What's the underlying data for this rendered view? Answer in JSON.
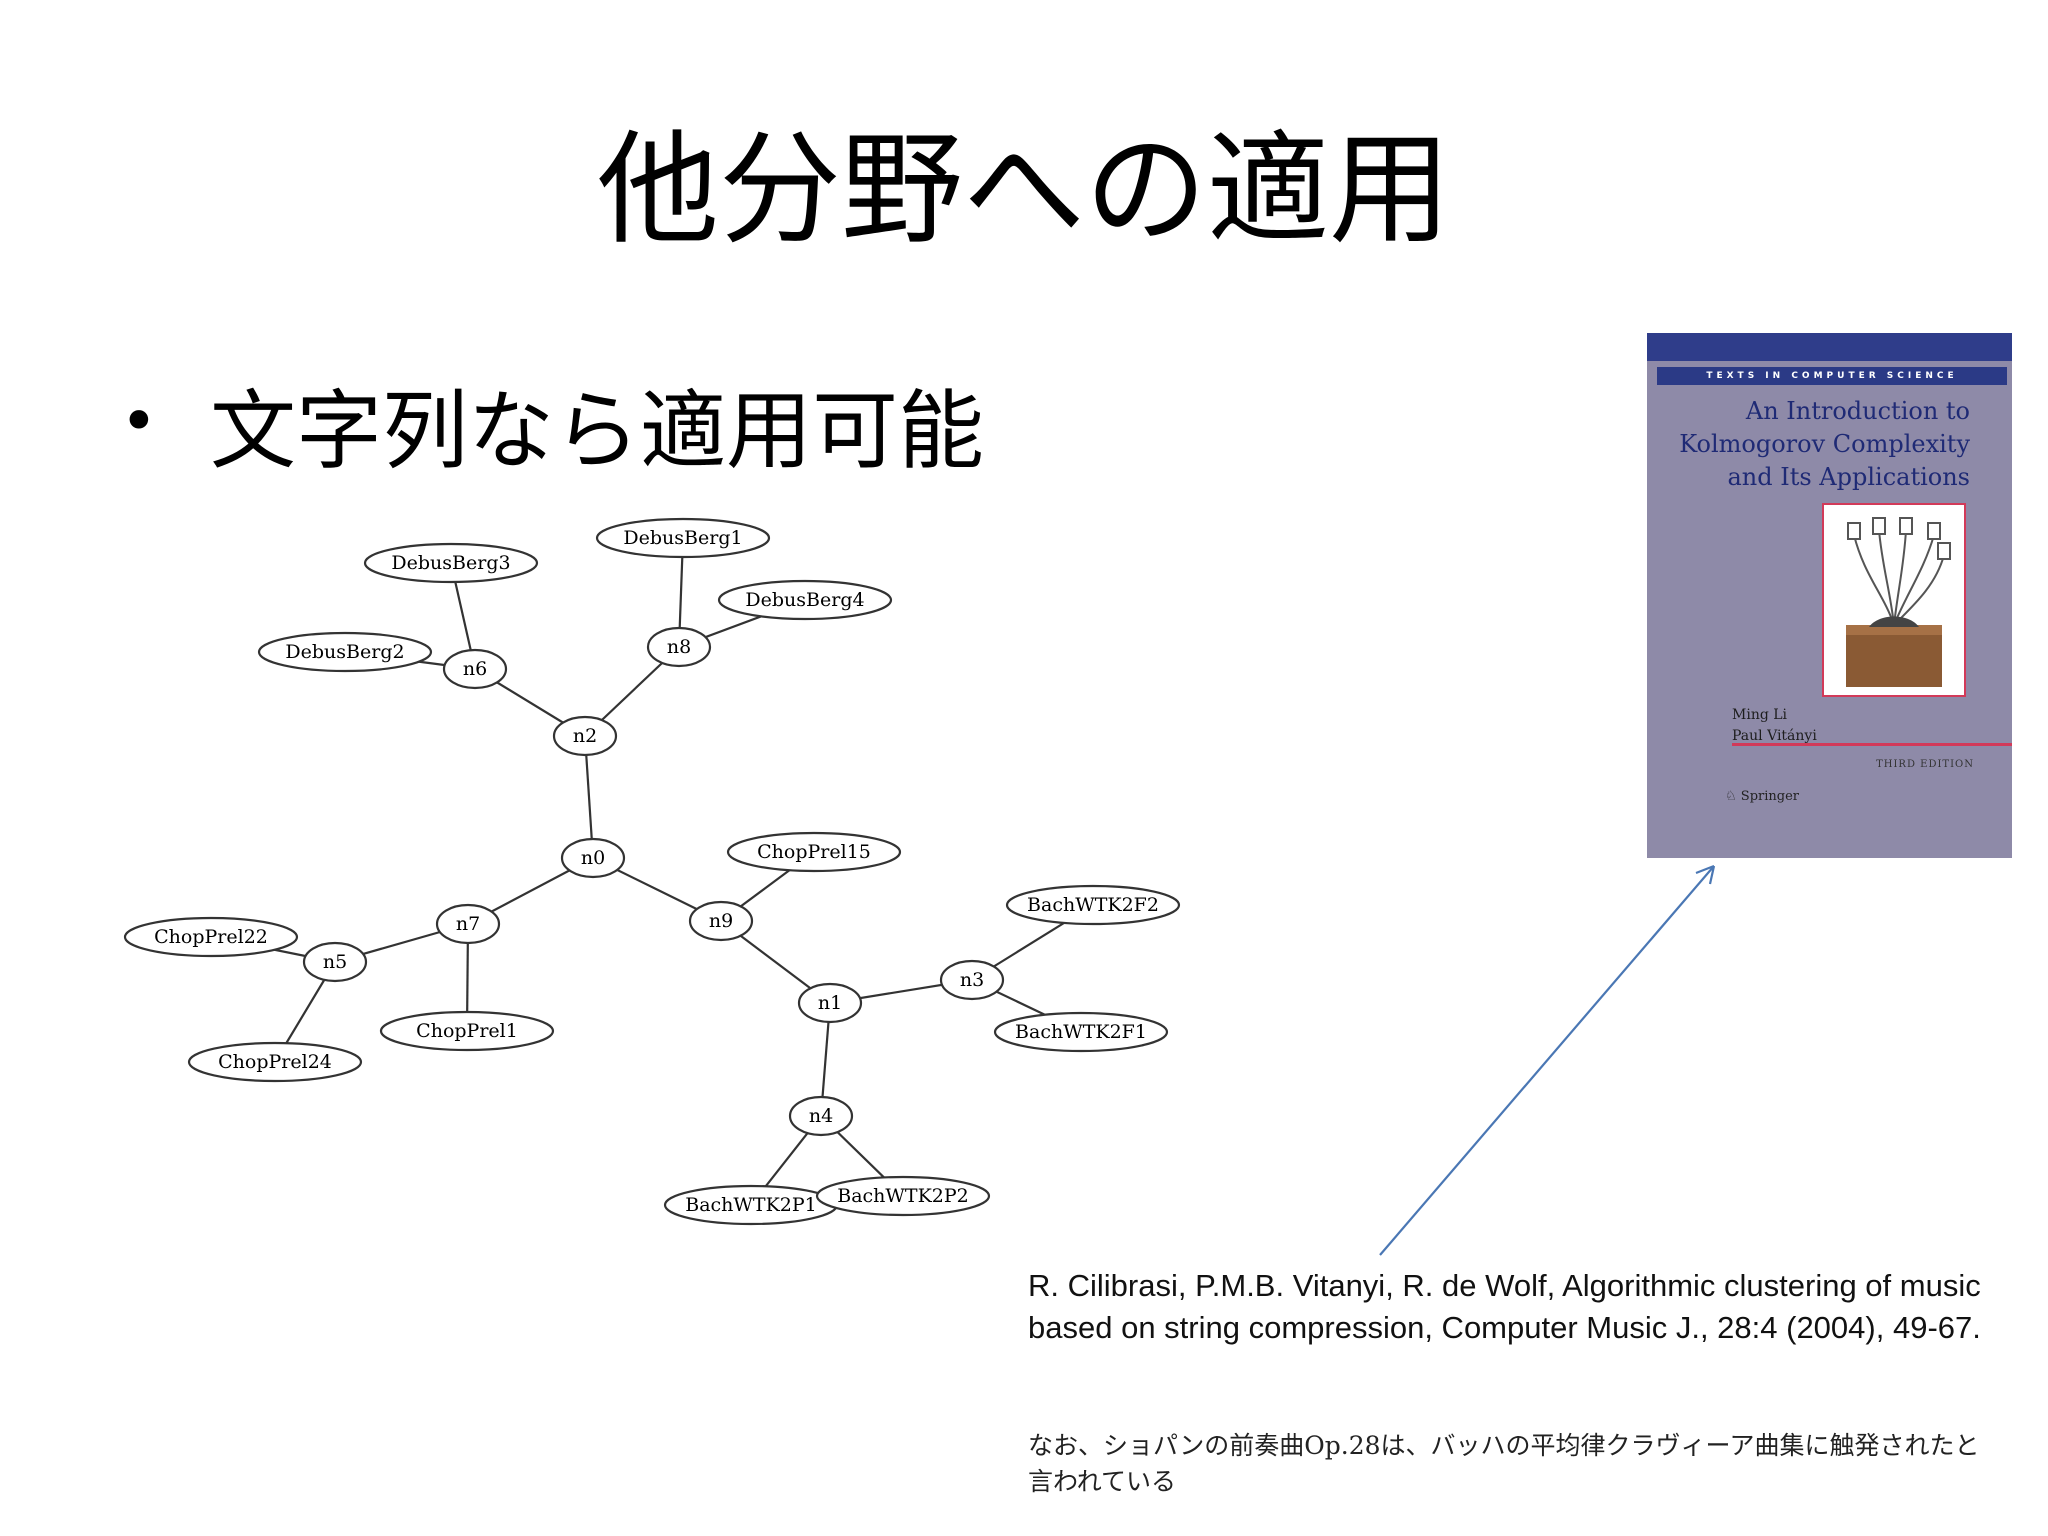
{
  "slide": {
    "title": "他分野への適用",
    "bullet_symbol": "•",
    "bullet": "文字列なら適用可能"
  },
  "tree": {
    "nodes": [
      {
        "id": "n0",
        "label": "n0"
      },
      {
        "id": "n1",
        "label": "n1"
      },
      {
        "id": "n2",
        "label": "n2"
      },
      {
        "id": "n3",
        "label": "n3"
      },
      {
        "id": "n4",
        "label": "n4"
      },
      {
        "id": "n5",
        "label": "n5"
      },
      {
        "id": "n6",
        "label": "n6"
      },
      {
        "id": "n7",
        "label": "n7"
      },
      {
        "id": "n8",
        "label": "n8"
      },
      {
        "id": "n9",
        "label": "n9"
      },
      {
        "id": "DebusBerg1",
        "label": "DebusBerg1"
      },
      {
        "id": "DebusBerg2",
        "label": "DebusBerg2"
      },
      {
        "id": "DebusBerg3",
        "label": "DebusBerg3"
      },
      {
        "id": "DebusBerg4",
        "label": "DebusBerg4"
      },
      {
        "id": "ChopPrel1",
        "label": "ChopPrel1"
      },
      {
        "id": "ChopPrel15",
        "label": "ChopPrel15"
      },
      {
        "id": "ChopPrel22",
        "label": "ChopPrel22"
      },
      {
        "id": "ChopPrel24",
        "label": "ChopPrel24"
      },
      {
        "id": "BachWTK2F1",
        "label": "BachWTK2F1"
      },
      {
        "id": "BachWTK2F2",
        "label": "BachWTK2F2"
      },
      {
        "id": "BachWTK2P1",
        "label": "BachWTK2P1"
      },
      {
        "id": "BachWTK2P2",
        "label": "BachWTK2P2"
      }
    ],
    "edges": [
      [
        "n0",
        "n2"
      ],
      [
        "n0",
        "n7"
      ],
      [
        "n0",
        "n9"
      ],
      [
        "n2",
        "n6"
      ],
      [
        "n2",
        "n8"
      ],
      [
        "n6",
        "DebusBerg3"
      ],
      [
        "n6",
        "DebusBerg2"
      ],
      [
        "n8",
        "DebusBerg1"
      ],
      [
        "n8",
        "DebusBerg4"
      ],
      [
        "n7",
        "n5"
      ],
      [
        "n7",
        "ChopPrel1"
      ],
      [
        "n5",
        "ChopPrel22"
      ],
      [
        "n5",
        "ChopPrel24"
      ],
      [
        "n9",
        "ChopPrel15"
      ],
      [
        "n9",
        "n1"
      ],
      [
        "n1",
        "n3"
      ],
      [
        "n1",
        "n4"
      ],
      [
        "n3",
        "BachWTK2F2"
      ],
      [
        "n3",
        "BachWTK2F1"
      ],
      [
        "n4",
        "BachWTK2P1"
      ],
      [
        "n4",
        "BachWTK2P2"
      ]
    ]
  },
  "book": {
    "series": "TEXTS IN COMPUTER SCIENCE",
    "title_lines": [
      "An Introduction to",
      "Kolmogorov Complexity",
      "and Its Applications"
    ],
    "authors": [
      "Ming Li",
      "Paul Vitányi"
    ],
    "edition": "THIRD EDITION",
    "publisher": "Springer",
    "band_color": "#2f3d8a",
    "accent_color": "#d23a59"
  },
  "citation": {
    "text": "R. Cilibrasi, P.M.B. Vitanyi, R. de Wolf, Algorithmic clustering of music based on string compression, Computer Music J., 28:4 (2004), 49-67."
  },
  "note": {
    "text": "なお、ショパンの前奏曲Op.28は、バッハの平均律クラヴィーア曲集に触発されたと言われている"
  },
  "arrow_color": "#4a77b4"
}
